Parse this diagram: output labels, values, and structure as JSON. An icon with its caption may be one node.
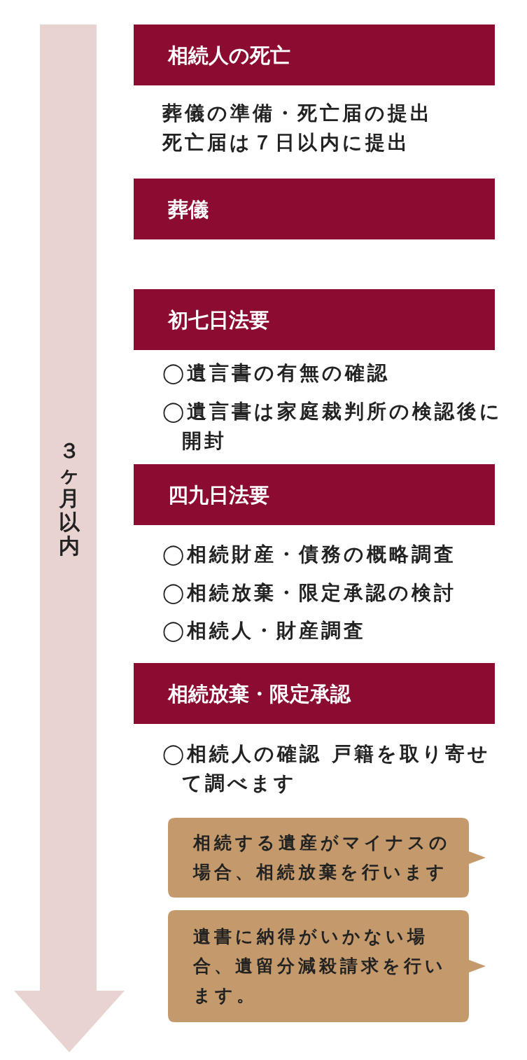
{
  "diagram": {
    "nodes": [
      {
        "text": [
          "３ヶ月以内"
        ]
      },
      {
        "text": [
          "相続人の死亡"
        ],
        "beside": [
          "葬儀の準備・死亡届の提出",
          "死亡届は７日以内に提出"
        ]
      },
      {
        "text": [
          "葬儀"
        ]
      },
      {
        "text": [
          "初七日法要"
        ],
        "beside": [
          "◯遺言書の有無の確認",
          "◯遺言書は家庭裁判所の検認後に開封"
        ]
      },
      {
        "text": [
          "四九日法要"
        ],
        "beside": [
          "◯相続財産・債務の概略調査",
          "◯相続放棄・限定承認の検討",
          "◯相続人・財産調査"
        ]
      },
      {
        "text": [
          "相続放棄・限定承認"
        ],
        "beside": [
          "◯相続人の確認 戸籍を取り寄せて調べます"
        ]
      },
      {
        "text": [
          "相続する遺産がマイナスの場合、相続放棄を行います"
        ]
      },
      {
        "text": [
          "遺書に納得がいかない場合、遺留分減殺請求を行います。"
        ]
      }
    ]
  }
}
